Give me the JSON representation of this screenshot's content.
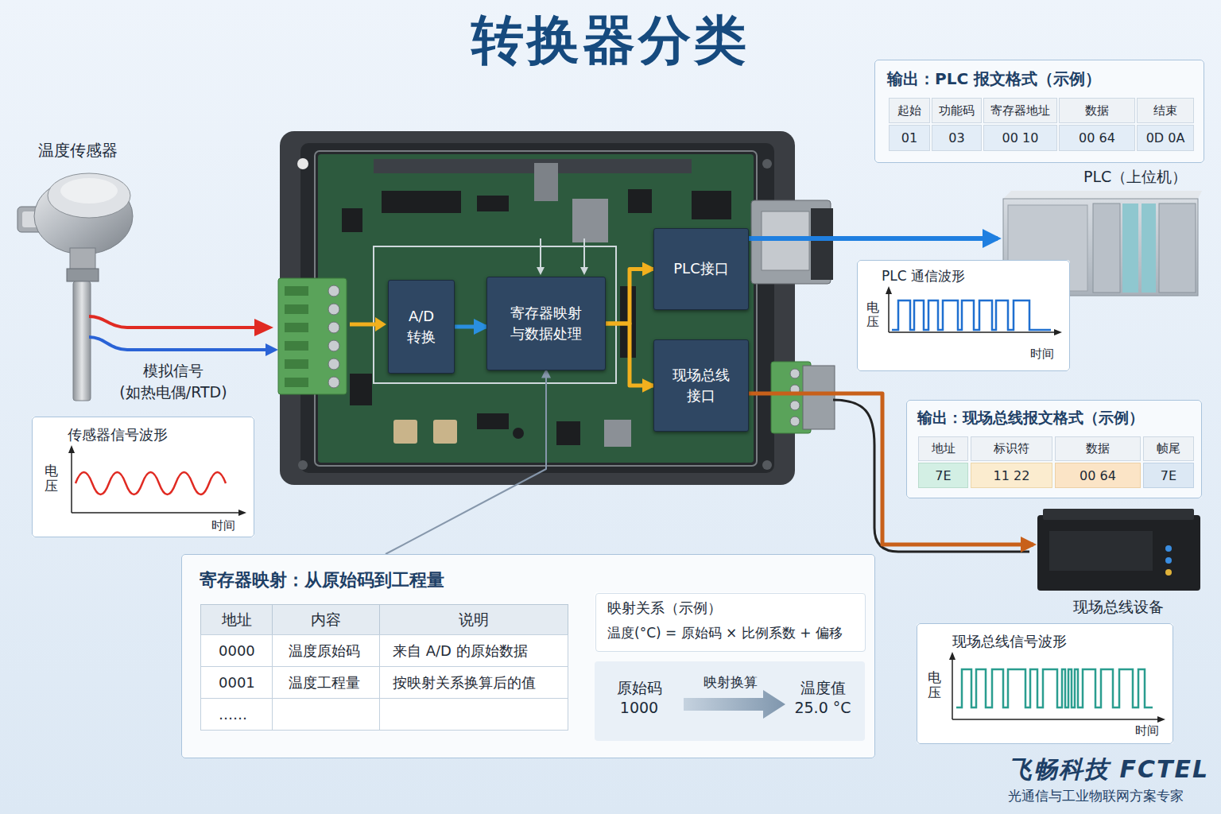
{
  "diagram": {
    "title": "转换器分类",
    "nodes": [
      {
        "text": [
          "输出：PLC 报文格式（示例）"
        ]
      },
      {
        "text": [
          "温度传感器"
        ]
      },
      {
        "text": [
          "PLC（上位机）"
        ]
      },
      {
        "text": [
          "PLC接口"
        ]
      },
      {
        "text": [
          "PLC 通信波形"
        ]
      },
      {
        "text": [
          "A/D 转换"
        ]
      },
      {
        "text": [
          "寄存器映射 与数据处理"
        ]
      },
      {
        "text": [
          "现场总线 接口"
        ]
      },
      {
        "text": [
          "输出：现场总线报文格式（示例）"
        ]
      },
      {
        "text": [
          "传感器信号波形"
        ]
      },
      {
        "text": [
          "现场总线设备"
        ]
      },
      {
        "text": [
          "寄存器映射：从原始码到工程量"
        ]
      },
      {
        "text": [
          "映射关系（示例）",
          "温度(°C) = 原始码 × 比例系数 + 偏移"
        ],
        "in": 11
      },
      {
        "text": [
          "原始码 1000",
          "映射换算",
          "温度值 25.0 °C"
        ],
        "in": 11
      },
      {
        "text": [
          "现场总线信号波形"
        ]
      }
    ],
    "edges": [
      {
        "from": 5,
        "to": 6,
        "arrow": "to"
      },
      {
        "from": 6,
        "to": 3,
        "arrow": "to"
      },
      {
        "from": 6,
        "to": 7,
        "arrow": "to"
      },
      {
        "from": 3,
        "to": 2,
        "arrow": "to"
      },
      {
        "from": 7,
        "to": 10,
        "arrow": "to"
      },
      {
        "from": 11,
        "to": 6,
        "arrow": "to"
      }
    ],
    "labels": [
      "模拟信号 (如热电偶/RTD)",
      "电压",
      "时间",
      "起始",
      "功能码",
      "寄存器地址",
      "数据",
      "结束",
      "01",
      "03",
      "00 10",
      "00 64",
      "0D 0A",
      "电压",
      "时间",
      "地址",
      "标识符",
      "数据",
      "帧尾",
      "7E",
      "11 22",
      "00 64",
      "7E",
      "地址",
      "内容",
      "说明",
      "0000",
      "温度原始码",
      "来自 A/D 的原始数据",
      "0001",
      "温度工程量",
      "按映射关系换算后的值",
      "……",
      "电压",
      "时间",
      "飞畅科技 FCTEL",
      "光通信与工业物联网方案专家"
    ]
  }
}
